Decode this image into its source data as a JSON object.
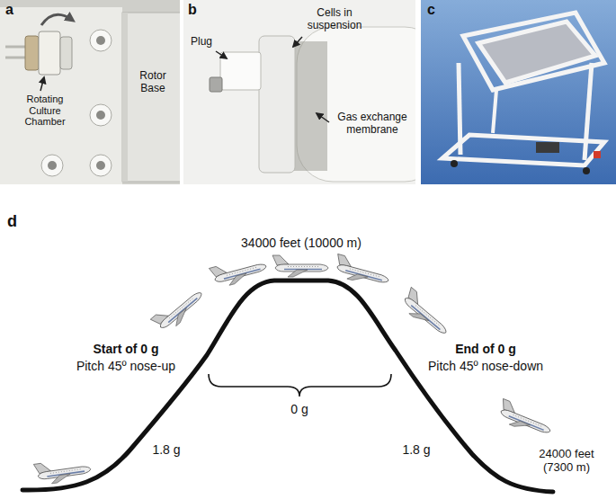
{
  "diagram": {
    "labels": [
      "a",
      "b",
      "c",
      "Rotating Culture Chamber",
      "Rotor Base",
      "Plug",
      "Cells in suspension",
      "Gas exchange membrane",
      "d",
      "34000 feet (10000 m)",
      "Start of 0 g",
      "Pitch 45º nose-up",
      "0 g",
      "1.8 g",
      "End of 0 g",
      "Pitch 45º nose-down",
      "1.8 g",
      "24000 feet (7300 m)"
    ]
  }
}
